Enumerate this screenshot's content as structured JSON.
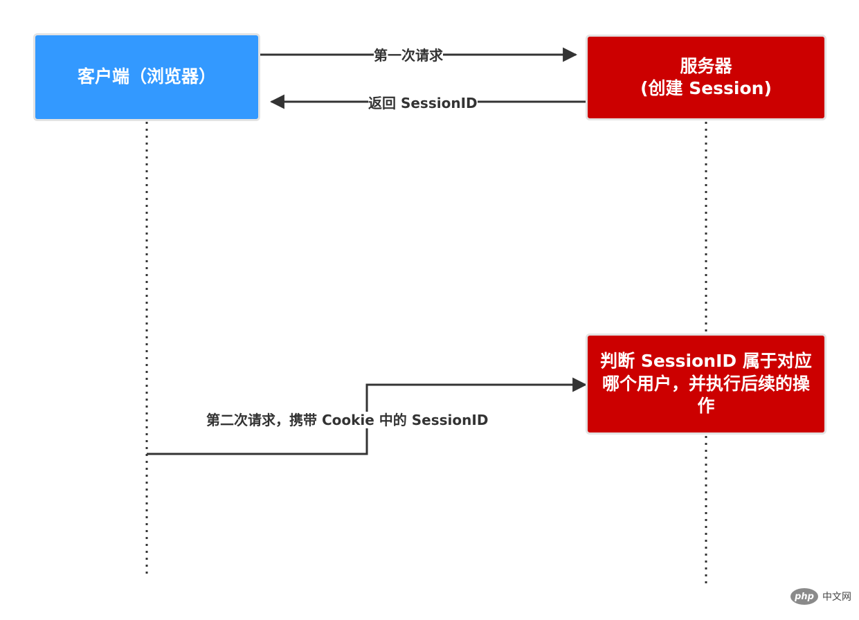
{
  "nodes": {
    "client": {
      "label": "客户端（浏览器）",
      "color": "#3399ff"
    },
    "server": {
      "line1": "服务器",
      "line2": "(创建 Session)",
      "color": "#cc0000"
    },
    "judge": {
      "label": "判断 SessionID 属于对应哪个用户，并执行后续的操作",
      "color": "#cc0000"
    }
  },
  "edges": {
    "first_request": "第一次请求",
    "return_session": "返回 SessionID",
    "second_request": "第二次请求，携带 Cookie 中的 SessionID"
  },
  "watermark": {
    "logo": "php",
    "text": "中文网"
  }
}
